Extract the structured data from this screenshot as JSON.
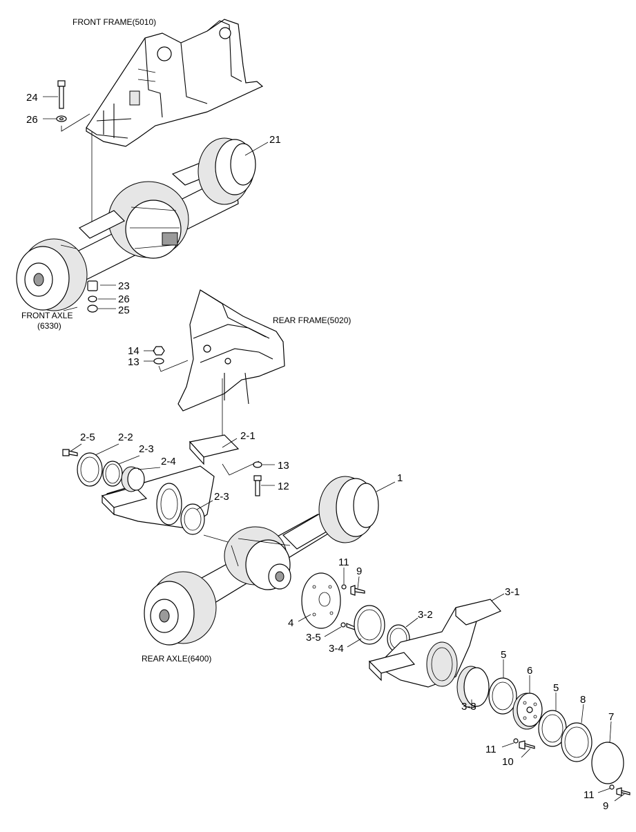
{
  "titles": {
    "front_frame": "FRONT FRAME(5010)",
    "front_axle_line1": "FRONT AXLE",
    "front_axle_line2": "(6330)",
    "rear_frame": "REAR FRAME(5020)",
    "rear_axle": "REAR AXLE(6400)"
  },
  "callouts": [
    "24",
    "26",
    "21",
    "23",
    "26",
    "25",
    "14",
    "13",
    "2-5",
    "2-2",
    "2-3",
    "2-4",
    "2-1",
    "13",
    "12",
    "2-3",
    "1",
    "11",
    "9",
    "4",
    "3-5",
    "3-4",
    "3-2",
    "3-1",
    "5",
    "6",
    "5",
    "8",
    "7",
    "3-3",
    "11",
    "10",
    "11",
    "9"
  ]
}
